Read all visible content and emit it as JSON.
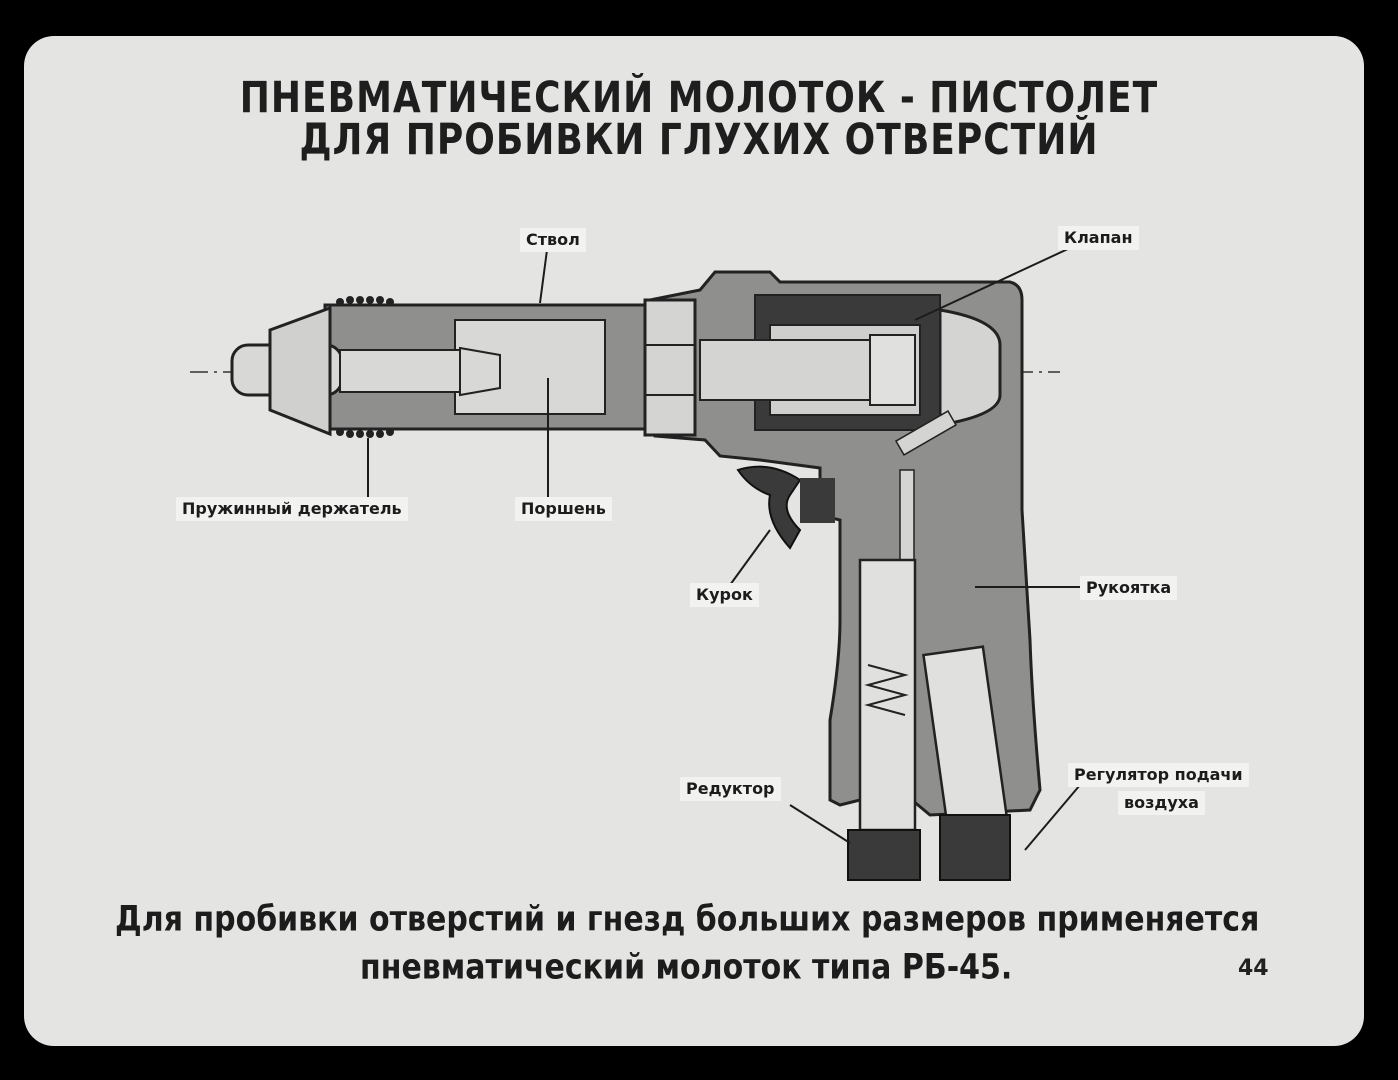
{
  "title": {
    "line1": "ПНЕВМАТИЧЕСКИЙ МОЛОТОК - ПИСТОЛЕТ",
    "line2": "ДЛЯ ПРОБИВКИ ГЛУХИХ ОТВЕРСТИЙ"
  },
  "labels": {
    "barrel": "Ствол",
    "valve": "Клапан",
    "spring_holder": "Пружинный держатель",
    "piston": "Поршень",
    "trigger": "Курок",
    "handle": "Рукоятка",
    "reducer": "Редуктор",
    "air_regulator_line1": "Регулятор подачи",
    "air_regulator_line2": "воздуха"
  },
  "caption": {
    "line1": "Для пробивки отверстий и гнезд больших размеров применяется",
    "line2": "пневматический молоток типа РБ-45."
  },
  "page_number": "44",
  "colors": {
    "slide_background": "#e4e4e2",
    "frame": "#000000",
    "body_shade": "#8f8f8d",
    "dark_part": "#3a3a3a"
  }
}
